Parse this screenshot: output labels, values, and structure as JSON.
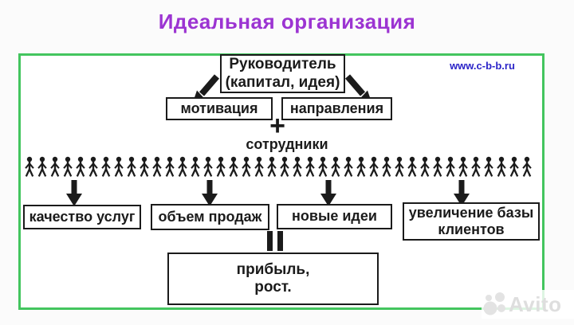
{
  "page": {
    "title": "Идеальная организация",
    "website": "www.c-b-b.ru"
  },
  "watermark": {
    "brand": "Avito"
  },
  "colors": {
    "title_purple": "#9c34d2",
    "frame_green": "#43c55e",
    "link_blue": "#2b24c8",
    "ink_black": "#1b1b1b",
    "watermark_gray": "#dedede"
  },
  "diagram": {
    "leader_box": {
      "line1": "Руководитель",
      "line2": "(капитал, идея)"
    },
    "motivation_label": "мотивация",
    "directions_label": "направления",
    "plus_sign": "+",
    "employees_label": "сотрудники",
    "people_count": 40,
    "result_boxes": [
      {
        "label": "качество услуг"
      },
      {
        "label": "объем продаж"
      },
      {
        "label": "новые идеи"
      },
      {
        "label": "увеличение базы клиентов"
      }
    ],
    "equals_sign": "=",
    "profit_box": {
      "line1": "прибыль,",
      "line2": "рост."
    }
  }
}
